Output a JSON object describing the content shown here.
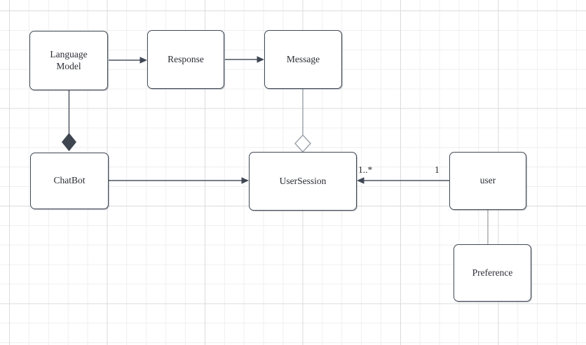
{
  "diagram": {
    "kind": "uml-class-diagram",
    "nodes": [
      {
        "id": "language-model",
        "label": "Language Model"
      },
      {
        "id": "response",
        "label": "Response"
      },
      {
        "id": "message",
        "label": "Message"
      },
      {
        "id": "chatbot",
        "label": "ChatBot"
      },
      {
        "id": "usersession",
        "label": "UserSession"
      },
      {
        "id": "user",
        "label": "user"
      },
      {
        "id": "preference",
        "label": "Preference"
      }
    ],
    "edges": [
      {
        "id": "languagemodel-response",
        "from": "Language Model",
        "to": "Response",
        "type": "association-arrow"
      },
      {
        "id": "response-message",
        "from": "Response",
        "to": "Message",
        "type": "association-arrow"
      },
      {
        "id": "languagemodel-chatbot",
        "from": "Language Model",
        "to": "ChatBot",
        "type": "composition-filled-diamond"
      },
      {
        "id": "message-usersession",
        "from": "Message",
        "to": "UserSession",
        "type": "aggregation-open-diamond"
      },
      {
        "id": "chatbot-usersession",
        "from": "ChatBot",
        "to": "UserSession",
        "type": "association-arrow"
      },
      {
        "id": "user-usersession",
        "from": "user",
        "to": "UserSession",
        "type": "association-arrow",
        "source_label": "1",
        "target_label": "1..*"
      },
      {
        "id": "user-preference",
        "from": "user",
        "to": "Preference",
        "type": "plain-line"
      }
    ],
    "colors": {
      "node_fill": "#ffffff",
      "node_border": "#404854",
      "edge_dark": "#4d5461",
      "edge_light": "#9ba0a8",
      "text": "#2b2d33",
      "grid_minor": "#efefef",
      "grid_major": "#dcdcdc",
      "canvas_background": "#ffffff"
    }
  }
}
